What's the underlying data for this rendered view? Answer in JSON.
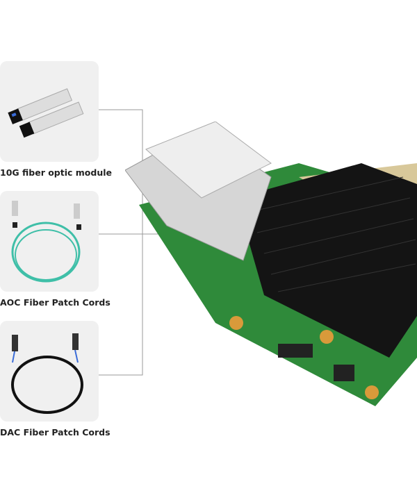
{
  "accessories": [
    {
      "label": "10G fiber optic module",
      "icon": "sfp-module"
    },
    {
      "label": "AOC Fiber Patch Cords",
      "icon": "aoc-cable"
    },
    {
      "label": "DAC Fiber Patch Cords",
      "icon": "dac-cable"
    }
  ],
  "product": {
    "icon": "dual-port-sfp-network-card"
  },
  "colors": {
    "card_bg": "#f0f0f0",
    "aoc": "#3fbfa8",
    "pcb": "#2f8a3a",
    "heatsink": "#111111"
  }
}
